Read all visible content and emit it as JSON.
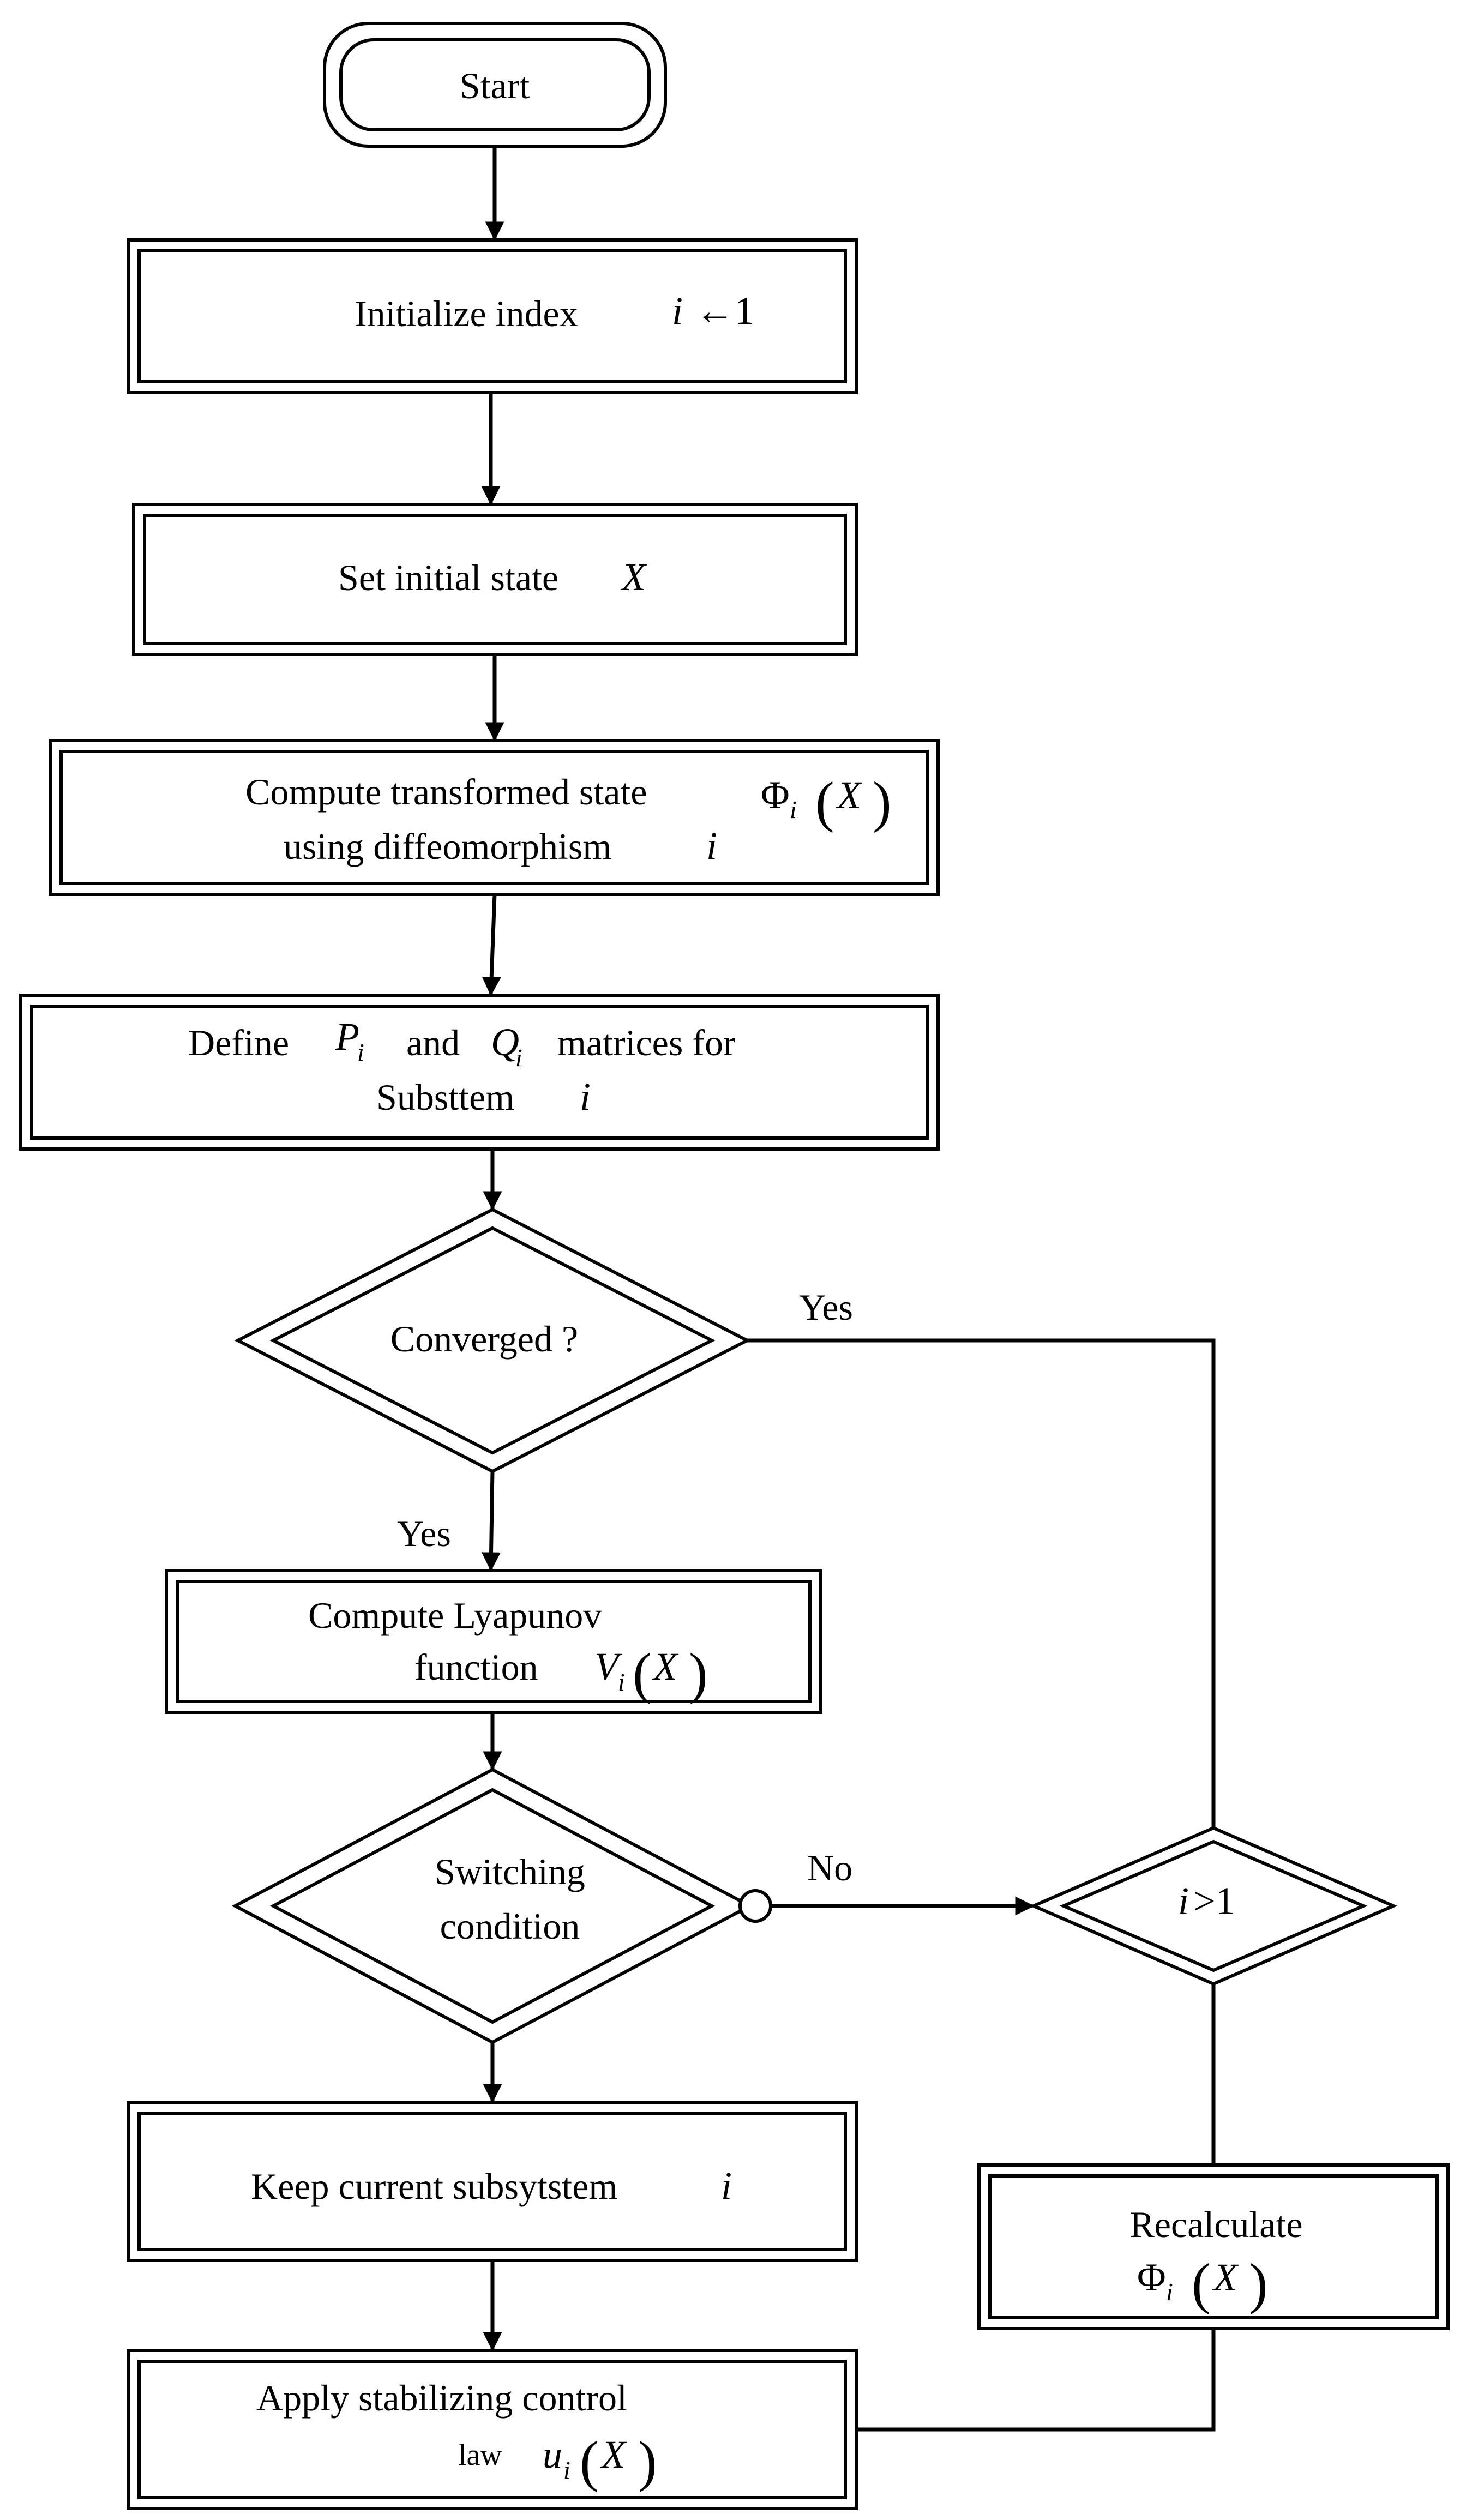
{
  "nodes": {
    "start": {
      "label": "Start"
    },
    "init": {
      "label": "Initialize index",
      "math_var": "i",
      "math_op": "←1"
    },
    "set_state": {
      "label": "Set initial state",
      "math_var": "X"
    },
    "compute_transform": {
      "line1": "Compute transformed state",
      "line2": "using diffeomorphism",
      "line2_var": "i",
      "phi": "Φ",
      "phi_sub": "i",
      "arg": "X"
    },
    "define_pq": {
      "word_define": "Define",
      "p": "P",
      "p_sub": "i",
      "word_and": "and",
      "q": "Q",
      "q_sub": "i",
      "word_matrices": "matrices for",
      "line2": "Substtem",
      "line2_var": "i"
    },
    "converged": {
      "label": "Converged ?"
    },
    "lyapunov": {
      "line1": "Compute Lyapunov",
      "line2": "function",
      "v": "V",
      "v_sub": "i",
      "arg": "X"
    },
    "switching": {
      "line1": "Switching",
      "line2": "condition"
    },
    "i_gt_1": {
      "var": "i",
      "op": ">1"
    },
    "keep": {
      "label": "Keep current subsytstem",
      "var": "i"
    },
    "apply": {
      "line1": "Apply stabilizing control",
      "line2": "law",
      "u": "u",
      "u_sub": "i",
      "arg": "X"
    },
    "recalc": {
      "line1": "Recalculate",
      "phi": "Φ",
      "phi_sub": "i",
      "arg": "X"
    }
  },
  "edge_labels": {
    "converged_right": "Yes",
    "converged_down": "Yes",
    "switching_right": "No"
  }
}
